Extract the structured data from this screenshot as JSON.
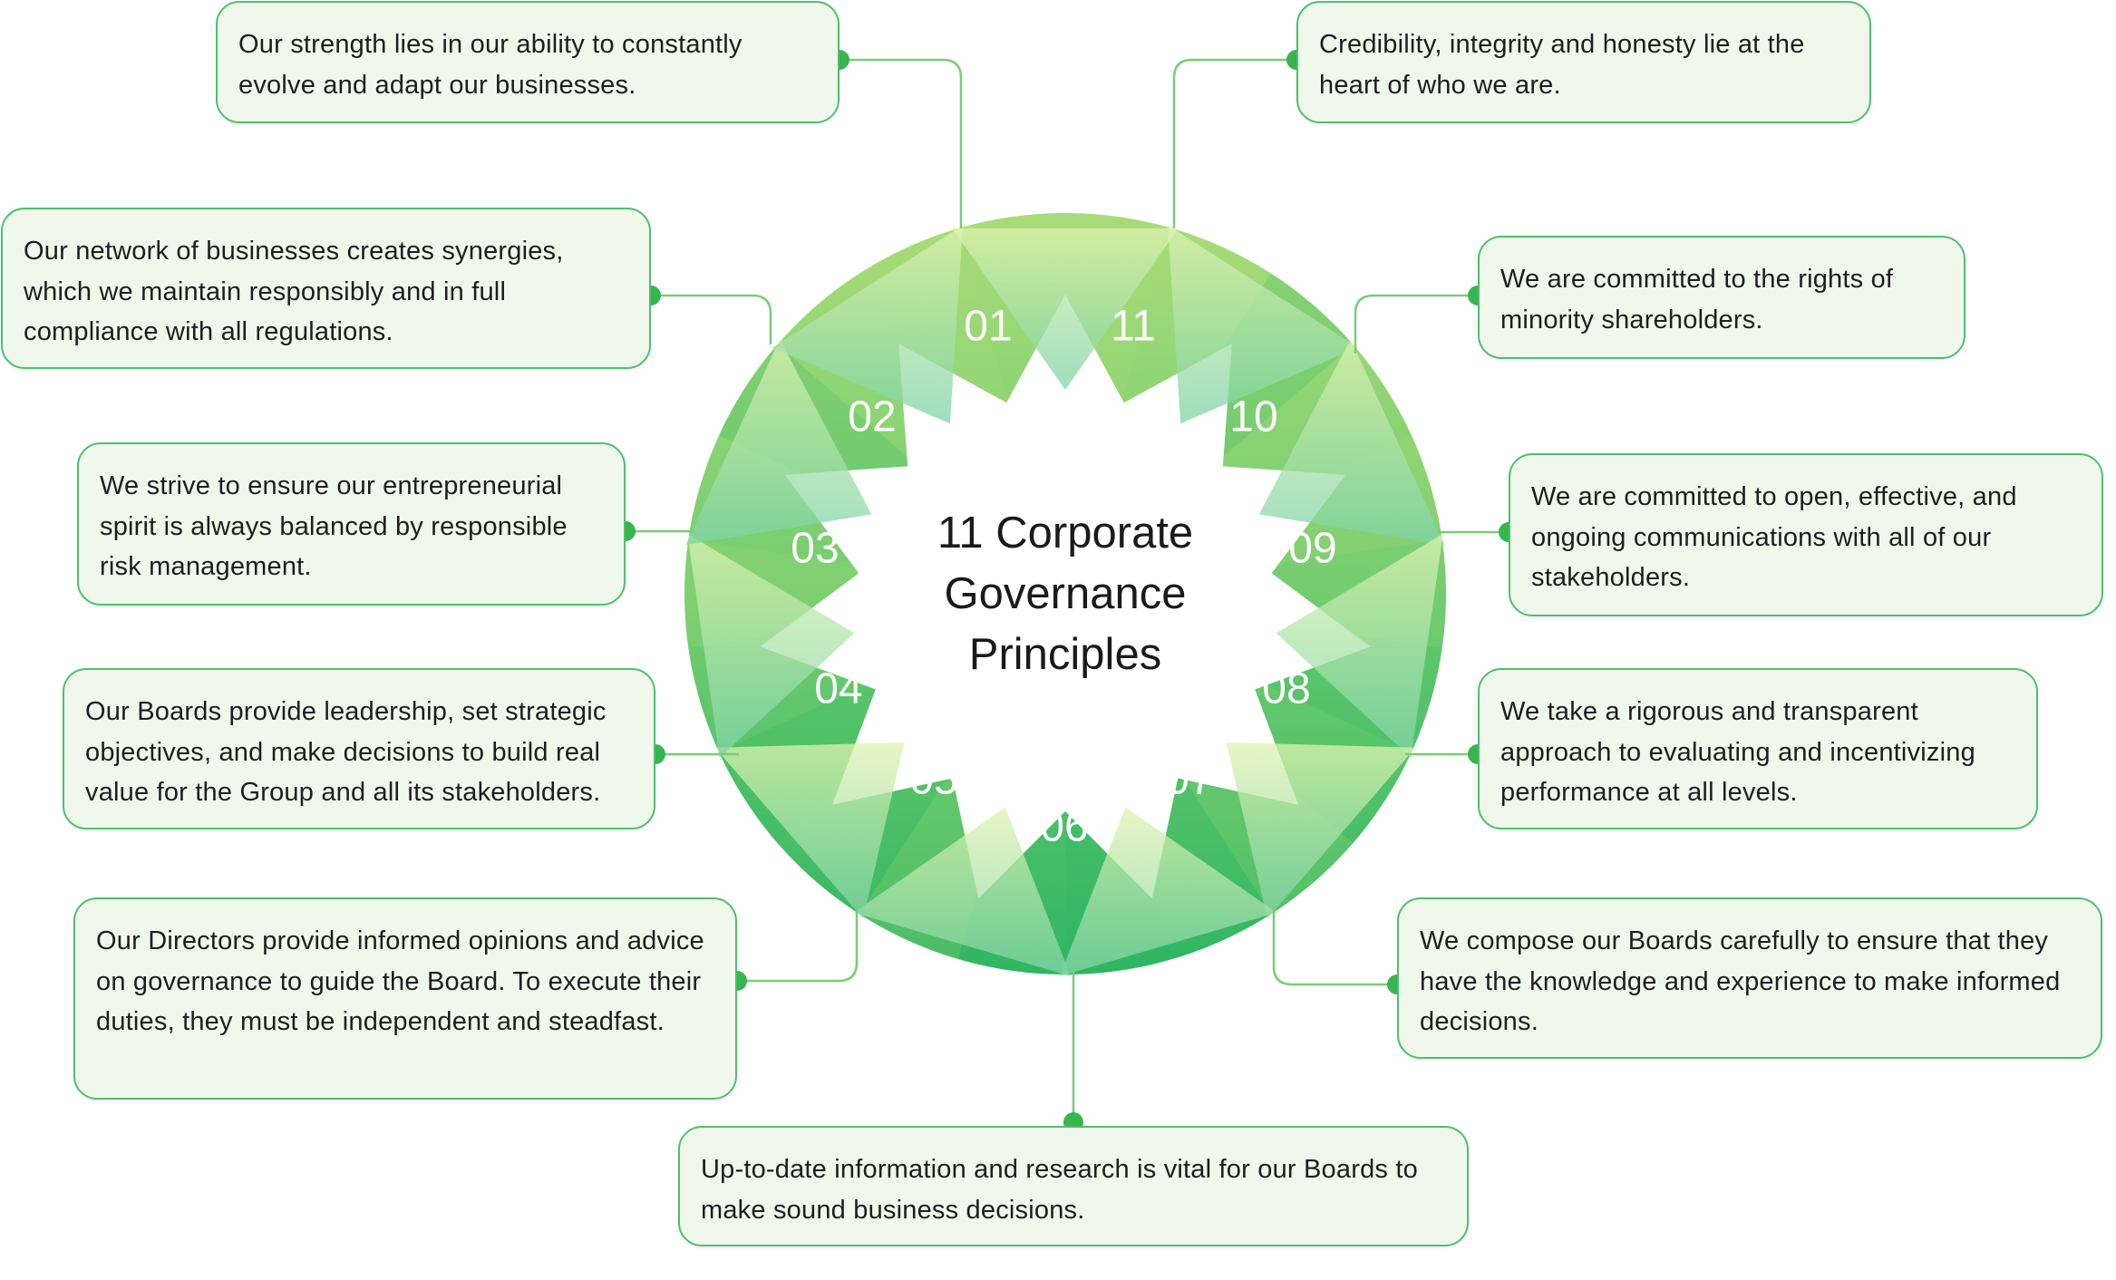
{
  "title_lines": [
    "11 Corporate",
    "Governance",
    "Principles"
  ],
  "colors": {
    "ring_dark": "#2fb562",
    "ring_light": "#a9dc78",
    "connector": "#7ccb7a",
    "dot": "#37b54e",
    "box_fill": "#f0f8ec",
    "box_border": "#4fbf6e"
  },
  "principles": [
    {
      "num": "01",
      "text": "Our strength lies in our ability to constantly evolve and adapt our businesses."
    },
    {
      "num": "02",
      "text": "Our network of businesses creates synergies, which we maintain responsibly and in full compliance with all regulations."
    },
    {
      "num": "03",
      "text": "We strive to ensure our entrepreneurial spirit is always balanced by responsible risk management."
    },
    {
      "num": "04",
      "text": "Our Boards provide leadership, set strategic objectives, and make decisions to build real value for the Group and all its stakeholders."
    },
    {
      "num": "05",
      "text": "Our Directors provide informed opinions and advice on governance to guide the Board. To execute their duties, they must be independent and steadfast."
    },
    {
      "num": "06",
      "text": "Up-to-date information and research is vital for our Boards to make sound business decisions."
    },
    {
      "num": "07",
      "text": "We compose our Boards carefully to ensure that they have the knowledge and experience to make informed decisions."
    },
    {
      "num": "08",
      "text": "We take a rigorous and transparent approach to evaluating and incentivizing performance at all levels."
    },
    {
      "num": "09",
      "text": "We are committed to open, effective, and ongoing communications with all of our stakeholders."
    },
    {
      "num": "10",
      "text": "We are committed to the rights of minority shareholders."
    },
    {
      "num": "11",
      "text": "Credibility, integrity and honesty lie at the heart of who we are."
    }
  ]
}
